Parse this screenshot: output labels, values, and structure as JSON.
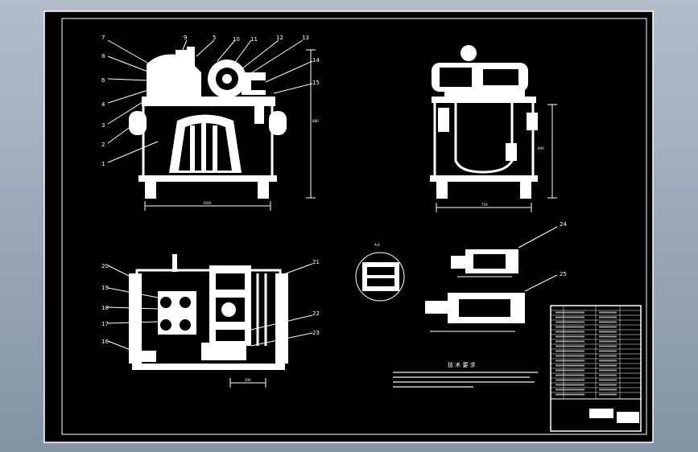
{
  "window": {
    "background": "#8e9aab",
    "sheet_color": "#000000",
    "line_color": "#ffffff"
  },
  "front_view": {
    "part_labels": [
      "7",
      "8",
      "9",
      "10",
      "11",
      "12",
      "13",
      "14",
      "15",
      "6",
      "5",
      "4",
      "3",
      "2",
      "1"
    ]
  },
  "top_view": {
    "part_labels": [
      "20",
      "19",
      "18",
      "17",
      "16",
      "21",
      "22",
      "23"
    ]
  },
  "details": {
    "part_labels": [
      "24",
      "25"
    ],
    "section_label": "A-A"
  },
  "notes": {
    "title": "技 术 要 求"
  }
}
